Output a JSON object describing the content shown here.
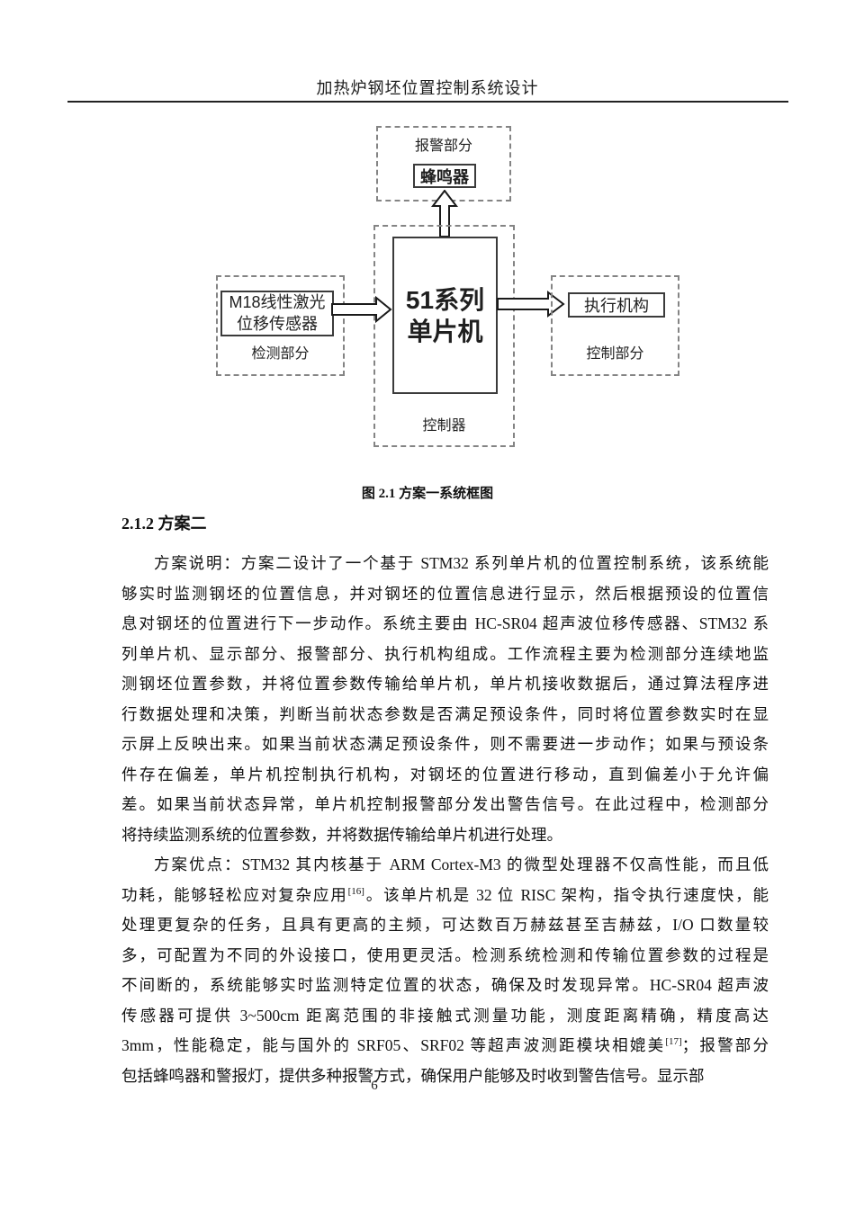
{
  "page": {
    "header_title": "加热炉钢坯位置控制系统设计",
    "page_number": "6"
  },
  "colors": {
    "dashed_border": "#848484",
    "solid_border": "#3b3b3b",
    "text": "#141414"
  },
  "diagram": {
    "alarm_group_label": "报警部分",
    "buzzer_label": "蜂鸣器",
    "controller_group_label": "控制器",
    "mcu_line1": "51系列",
    "mcu_line2": "单片机",
    "detect_group_label": "检测部分",
    "sensor_line1": "M18线性激光",
    "sensor_line2": "位移传感器",
    "control_group_label": "控制部分",
    "actuator_label": "执行机构"
  },
  "caption": "图 2.1 方案一系统框图",
  "section": {
    "heading": "2.1.2 方案二"
  },
  "body": {
    "p1": {
      "lines": [
        "方案说明：方案二设计了一个基于 STM32 系列单片机的位置控制系统，该系统能",
        "够实时监测钢坯的位置信息，并对钢坯的位置信息进行显示，然后根据预设的位置信",
        "息对钢坯的位置进行下一步动作。系统主要由 HC-SR04 超声波位移传感器、STM32 系",
        "列单片机、显示部分、报警部分、执行机构组成。工作流程主要为检测部分连续地监",
        "测钢坯位置参数，并将位置参数传输给单片机，单片机接收数据后，通过算法程序进",
        "行数据处理和决策，判断当前状态参数是否满足预设条件，同时将位置参数实时在显",
        "示屏上反映出来。如果当前状态满足预设条件，则不需要进一步动作；如果与预设条",
        "件存在偏差，单片机控制执行机构，对钢坯的位置进行移动，直到偏差小于允许偏",
        "差。如果当前状态异常，单片机控制报警部分发出警告信号。在此过程中，检测部分",
        "将持续监测系统的位置参数，并将数据传输给单片机进行处理。"
      ]
    },
    "p2": {
      "l1": "方案优点：STM32 其内核基于 ARM Cortex-M3 的微型处理器不仅高性能，而且低",
      "l2_pre": "功耗，能够轻松应对复杂应用",
      "l2_sup": "[16]",
      "l2_post": "。该单片机是 32 位 RISC 架构，指令执行速度快，能",
      "l3": "处理更复杂的任务，且具有更高的主频，可达数百万赫兹甚至吉赫兹，I/O 口数量较",
      "l4": "多，可配置为不同的外设接口，使用更灵活。检测系统检测和传输位置参数的过程是",
      "l5": "不间断的，系统能够实时监测特定位置的状态，确保及时发现异常。HC-SR04 超声波",
      "l6": "传感器可提供 3~500cm 距离范围的非接触式测量功能，测度距离精确，精度高达",
      "l7_pre": "3mm，性能稳定，能与国外的 SRF05、SRF02 等超声波测距模块相媲美",
      "l7_sup": "[17]",
      "l7_post": "；报警部分",
      "l8": "包括蜂鸣器和警报灯，提供多种报警方式，确保用户能够及时收到警告信号。显示部"
    }
  }
}
